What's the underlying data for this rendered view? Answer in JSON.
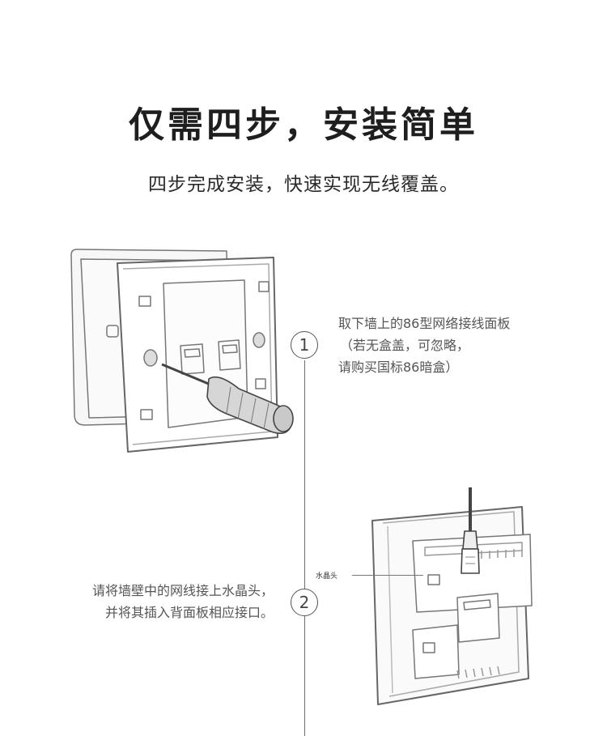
{
  "header": {
    "title": "仅需四步，安装简单",
    "subtitle": "四步完成安装，快速实现无线覆盖。"
  },
  "steps": [
    {
      "number": "1",
      "lines": [
        "取下墙上的86型网络接线面板",
        "（若无盒盖，可忽略，",
        "请购买国标86暗盒）"
      ]
    },
    {
      "number": "2",
      "lines": [
        "请将墙壁中的网线接上水晶头，",
        "并将其插入背面板相应接口。"
      ],
      "callout": "水晶头"
    }
  ],
  "icons": [
    "wall-panel-screwdriver-illustration",
    "router-backplate-illustration"
  ]
}
